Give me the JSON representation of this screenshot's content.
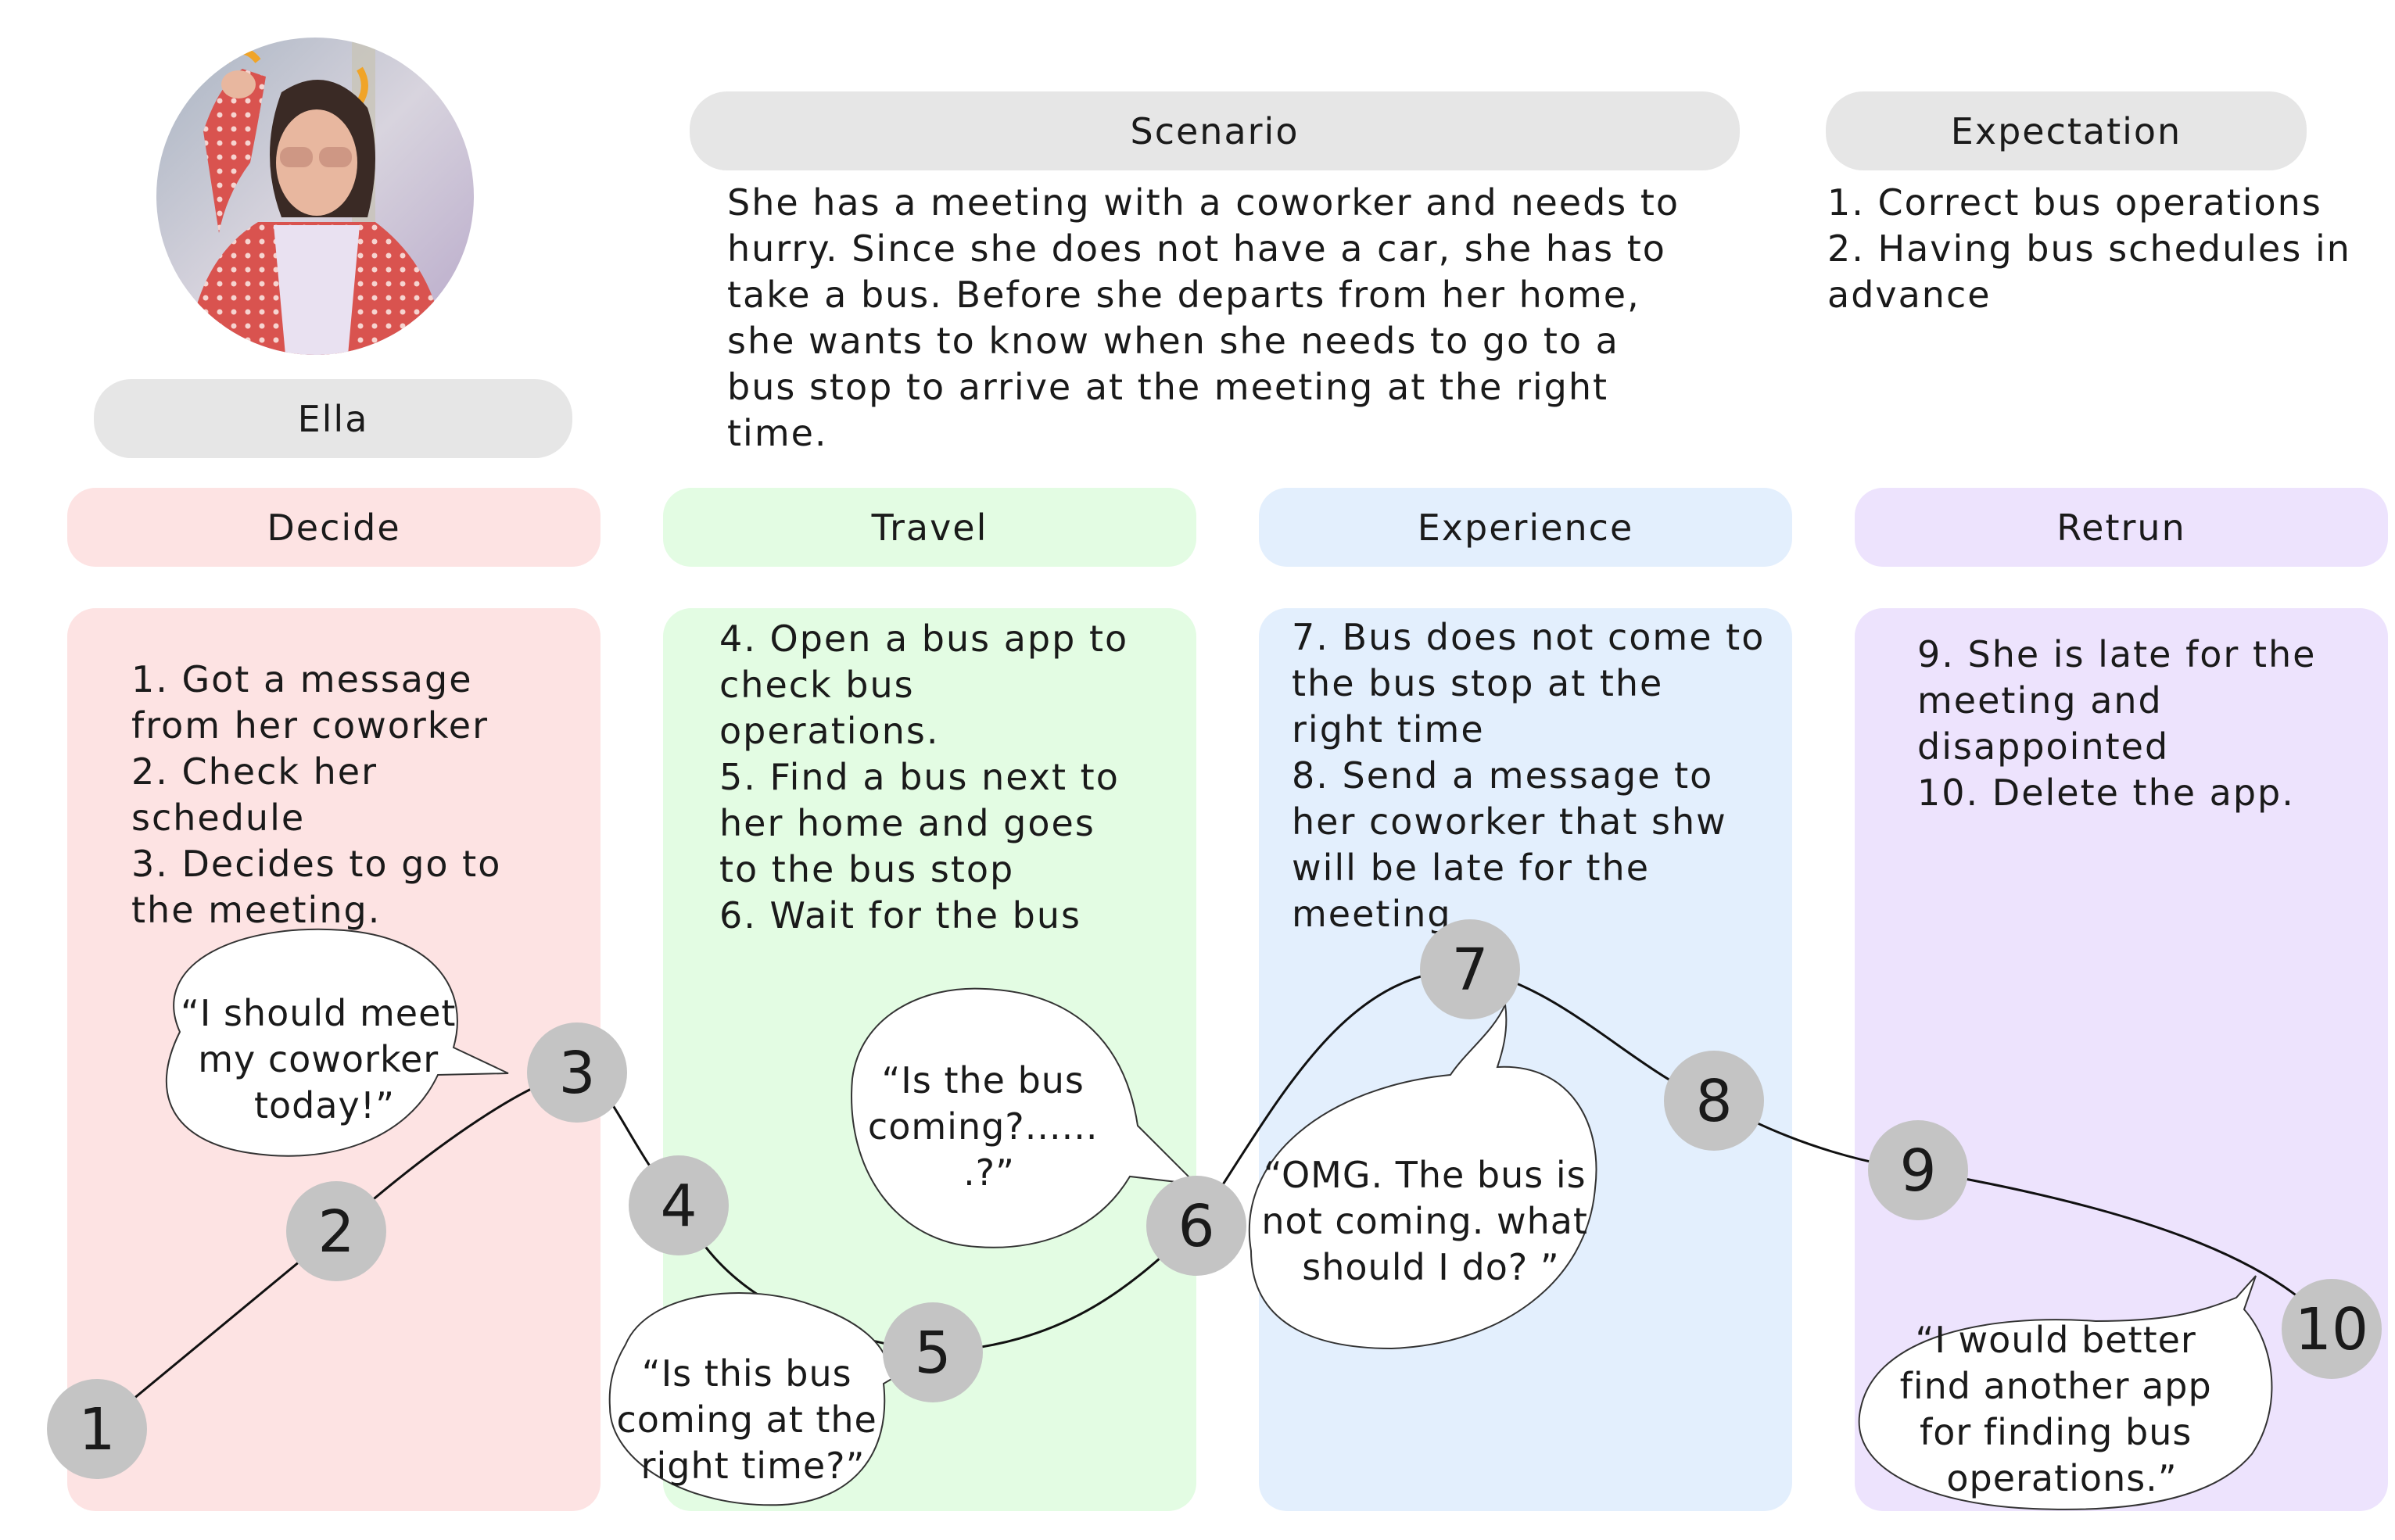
{
  "persona": {
    "name": "Ella",
    "image": "portrait-photo"
  },
  "scenario": {
    "title": "Scenario",
    "text": "She has a meeting with a coworker and needs to\nhurry. Since she does not have a car, she has to\ntake a bus. Before she departs from her home,\nshe wants to know when she needs to go to a\nbus stop to arrive at the meeting at the right\ntime."
  },
  "expectation": {
    "title": "Expectation",
    "text": "1. Correct bus operations\n2. Having bus schedules in\nadvance"
  },
  "phases": [
    {
      "label": "Decide",
      "color": "#fde3e3",
      "steps": "1. Got a message\nfrom her coworker\n2. Check her\nschedule\n3. Decides to go to\nthe meeting."
    },
    {
      "label": "Travel",
      "color": "#e3fce3",
      "steps": "4. Open a bus app to\ncheck bus\noperations.\n5. Find a bus next to\nher home and goes\nto the bus stop\n6. Wait for the bus"
    },
    {
      "label": "Experience",
      "color": "#e3effd",
      "steps": "7. Bus does not come to\nthe bus stop at the\nright time\n8. Send a message to\nher coworker that shw\nwill be late for the\nmeeting."
    },
    {
      "label": "Retrun",
      "color": "#ede3fd",
      "steps": "9. She is late for the\nmeeting and\ndisappointed\n10. Delete the app."
    }
  ],
  "journey": {
    "node_labels": [
      "1",
      "2",
      "3",
      "4",
      "5",
      "6",
      "7",
      "8",
      "9",
      "10"
    ],
    "node_color": "#c4c4c4",
    "quotes": [
      {
        "id": "q3",
        "lines": [
          "“I should meet",
          "my coworker",
          "today!”"
        ]
      },
      {
        "id": "q5",
        "lines": [
          "“Is this bus",
          "coming at the",
          "right time?”"
        ]
      },
      {
        "id": "q6",
        "lines": [
          "“Is the bus",
          "coming?......",
          ".?”"
        ]
      },
      {
        "id": "q7",
        "lines": [
          "“OMG. The bus is",
          "not coming. what",
          "should I do? ”"
        ]
      },
      {
        "id": "q10",
        "lines": [
          "“I would better",
          "find another app",
          "for finding bus",
          "operations.”"
        ]
      }
    ]
  }
}
